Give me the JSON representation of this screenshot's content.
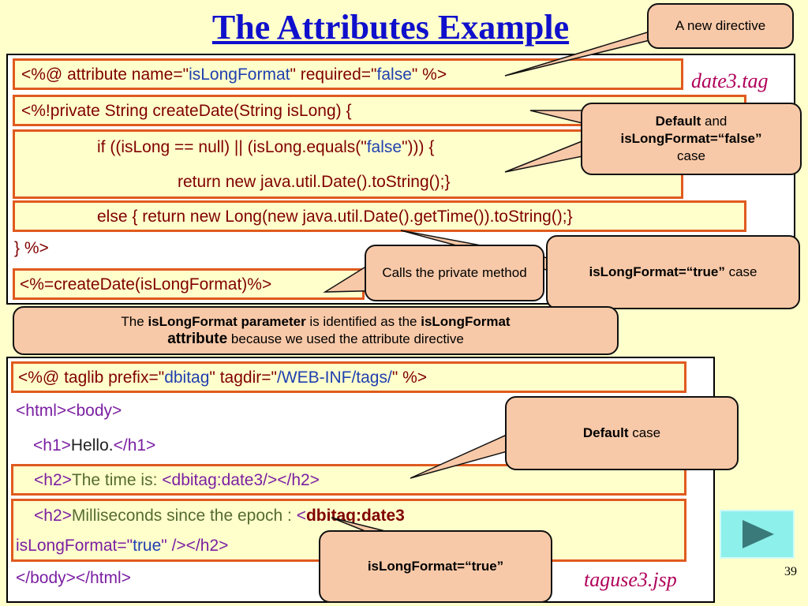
{
  "title": "The Attributes Example",
  "top_panel": {
    "file_label": "date3.tag",
    "lines": [
      {
        "p1": "<%@ attribute name=\"",
        "p2": "isLongFormat",
        "p3": "\" required=\"",
        "p4": "false",
        "p5": "\" %>"
      },
      {
        "p1": "<%!private String createDate(String isLong) {"
      },
      {
        "p1": "if ((isLong == null) || (isLong.equals(\"",
        "p2": "false",
        "p3": "\"))) {"
      },
      {
        "p1": "return new java.util.Date().toString();}"
      },
      {
        "p1": "else { return new Long(new java.util.Date().getTime()).toString();}"
      },
      {
        "p1": "} %>"
      },
      {
        "p1": "<%=createDate(isLongFormat)%>"
      }
    ]
  },
  "bottom_panel": {
    "file_label": "taguse3.jsp",
    "lines": [
      {
        "p1": "<%@ taglib prefix=\"",
        "p2": "dbitag",
        "p3": "\" tagdir=\"",
        "p4": "/WEB-INF/tags/",
        "p5": "\" %>"
      },
      {
        "p1": "<html><body>"
      },
      {
        "p1": "<h1>",
        "p2": "Hello.",
        "p3": "</h1>"
      },
      {
        "p1": "<h2>",
        "p2": "The time is: ",
        "p3": "<dbitag:date3/></h2>"
      },
      {
        "p1": "<h2>",
        "p2": "Milliseconds since the epoch : ",
        "p3": "<",
        "p4": "dbitag:date3"
      },
      {
        "p1": "isLongFormat=\"",
        "p2": "true",
        "p3": "\" /></h2>"
      },
      {
        "p1": "</body></html>"
      }
    ]
  },
  "callouts": {
    "new_directive": "A new directive",
    "default_false": {
      "b1": "Default",
      "t1": " and",
      "b2": "isLongFormat=“false”",
      "t2": "case"
    },
    "true_case_top": {
      "b1": "isLongFormat=“true”",
      "t1": " case"
    },
    "calls_private": "Calls the private method",
    "parameter_note": {
      "t1": "The ",
      "b1": "isLongFormat parameter",
      "t2": " is identified as the ",
      "b2": "isLongFormat",
      "b3": "attribute",
      "t3": " because we used the attribute directive"
    },
    "default_case": {
      "b1": "Default",
      "t1": " case"
    },
    "true_bottom": "isLongFormat=“true”"
  },
  "page_number": "39",
  "colors": {
    "highlight_border": "#e05a1e",
    "callout_fill": "#f8c9a8",
    "title": "#1010cc"
  },
  "icons": {
    "next": "play-triangle-icon"
  }
}
